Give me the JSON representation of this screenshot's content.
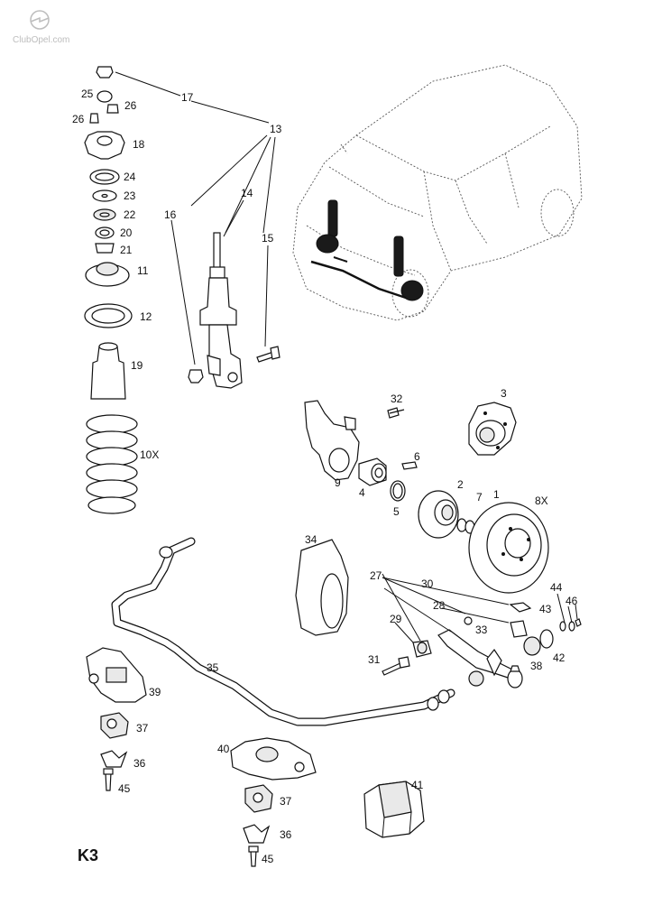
{
  "watermark": {
    "text": "ClubOpel.com",
    "logo_icon": "opel-logo-icon"
  },
  "sheet_code": "K3",
  "callouts": {
    "c17": "17",
    "c25": "25",
    "c26a": "26",
    "c26b": "26",
    "c13": "13",
    "c18": "18",
    "c14": "14",
    "c16": "16",
    "c24": "24",
    "c23": "23",
    "c22": "22",
    "c15": "15",
    "c20": "20",
    "c21": "21",
    "c11": "11",
    "c12": "12",
    "c19": "19",
    "c10x": "10X",
    "c32": "32",
    "c3": "3",
    "c6": "6",
    "c9": "9",
    "c4": "4",
    "c2": "2",
    "c7": "7",
    "c1": "1",
    "c8x": "8X",
    "c5": "5",
    "c34": "34",
    "c27": "27",
    "c30": "30",
    "c44": "44",
    "c28": "28",
    "c43": "43",
    "c46": "46",
    "c29": "29",
    "c33": "33",
    "c42": "42",
    "c31": "31",
    "c38": "38",
    "c35": "35",
    "c39": "39",
    "c37a": "37",
    "c36a": "36",
    "c45a": "45",
    "c40": "40",
    "c41": "41",
    "c37b": "37",
    "c36b": "36",
    "c45b": "45"
  },
  "colors": {
    "ink": "#111111",
    "watermark": "#bdbdbd",
    "background": "#ffffff"
  }
}
